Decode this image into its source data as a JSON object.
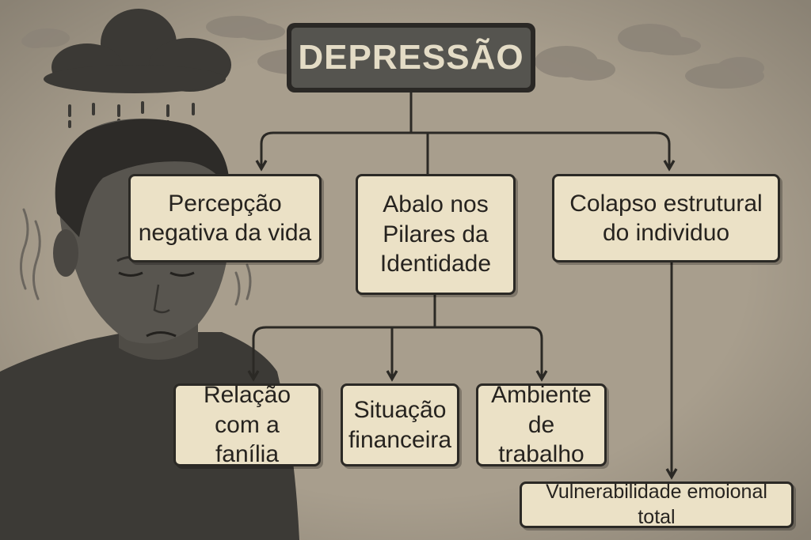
{
  "diagram": {
    "title": "DEPRESSÃO",
    "nodes": {
      "percepcao": "Percepção\nnegativa da vida",
      "abalo": "Abalo nos\nPilares da\nIdentidade",
      "colapso": "Colapso estrutural\ndo individuo",
      "relacao": "Relação\ncom a fanília",
      "situacao": "Situação\nfinanceira",
      "ambiente": "Ambiente\nde trabalho",
      "vulnerabilidade": "Vulnerabilidade emoional total"
    },
    "edges": [
      [
        "title",
        "percepcao"
      ],
      [
        "title",
        "abalo"
      ],
      [
        "title",
        "colapso"
      ],
      [
        "abalo",
        "relacao"
      ],
      [
        "abalo",
        "situacao"
      ],
      [
        "abalo",
        "ambiente"
      ],
      [
        "colapso",
        "vulnerabilidade"
      ]
    ]
  },
  "illustration": {
    "figure": "sad-person",
    "weather": "rain-cloud",
    "colors": {
      "background": "#a89e8d",
      "box": "#ebe1c6",
      "title_box": "#55544f",
      "ink": "#2b2925"
    }
  }
}
